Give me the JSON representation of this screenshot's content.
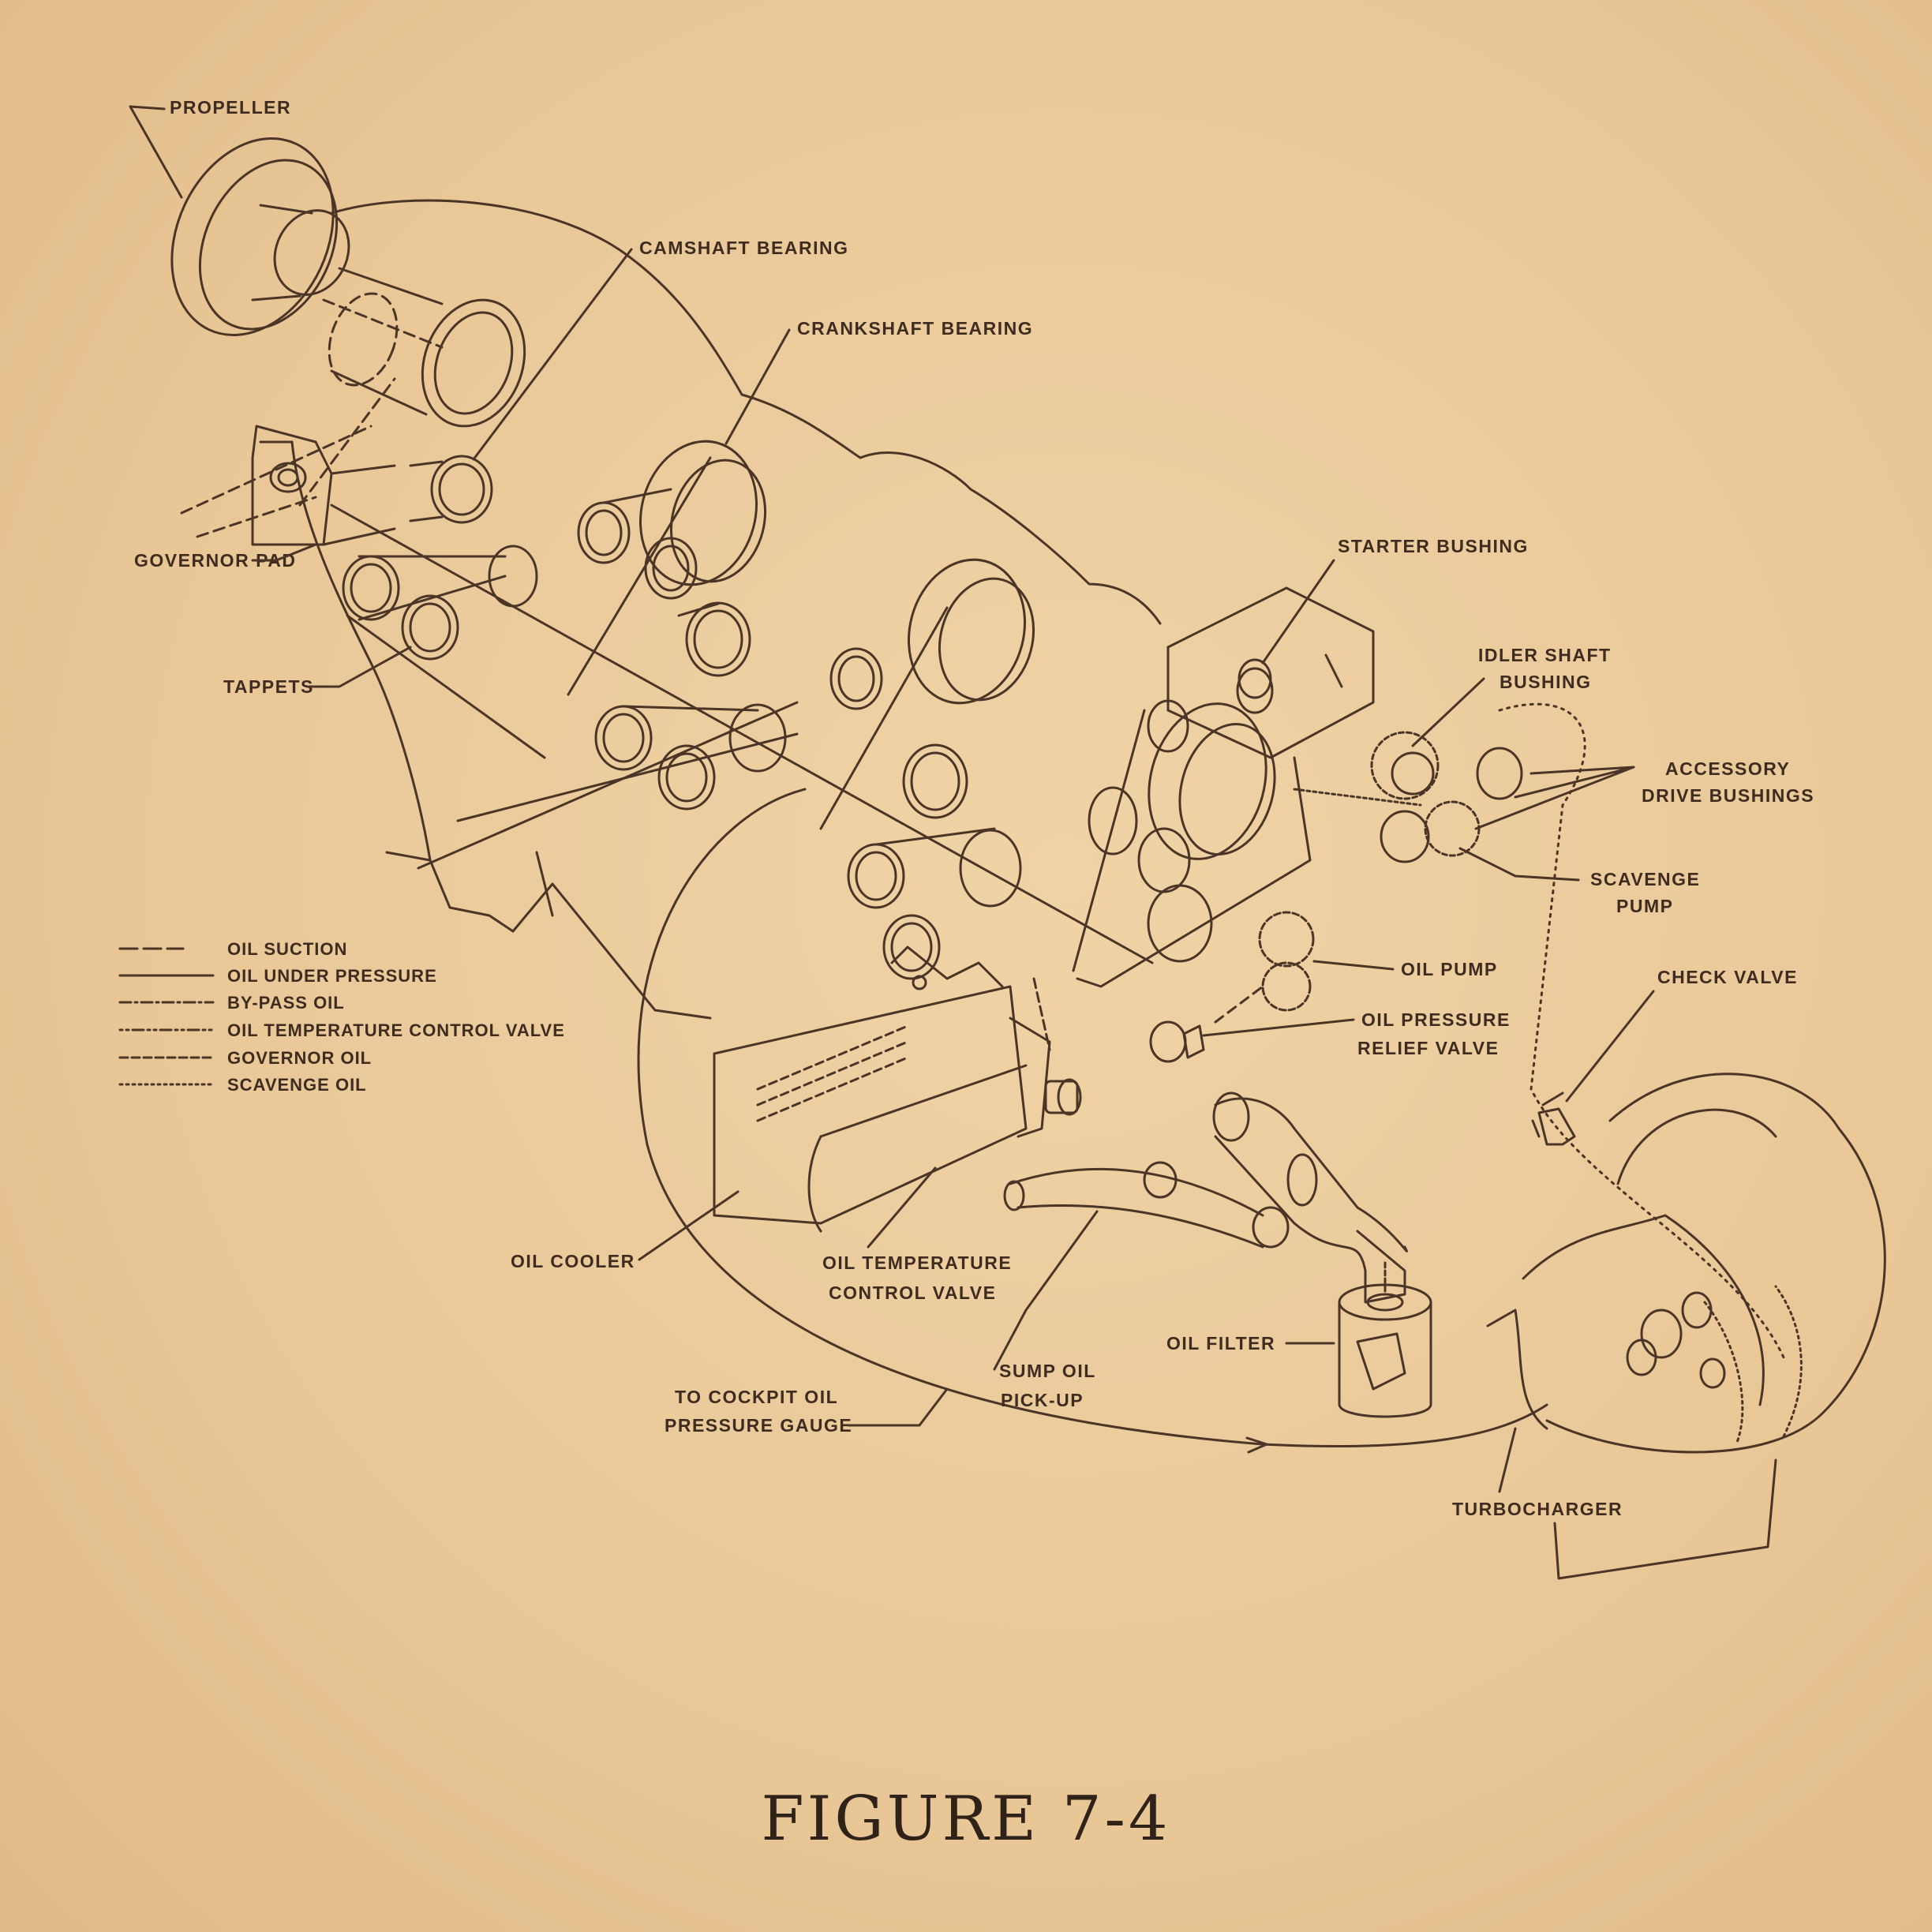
{
  "figure": {
    "caption": "FIGURE 7-4"
  },
  "labels": {
    "propeller": "PROPELLER",
    "camshaft_bearing": "CAMSHAFT BEARING",
    "crankshaft_bearing": "CRANKSHAFT BEARING",
    "governor_pad": "GOVERNOR PAD",
    "tappets": "TAPPETS",
    "starter_bushing": "STARTER BUSHING",
    "idler_shaft_bushing": [
      "IDLER SHAFT",
      "BUSHING"
    ],
    "accessory_drive_bushings": [
      "ACCESSORY",
      "DRIVE BUSHINGS"
    ],
    "scavenge_pump": [
      "SCAVENGE",
      "PUMP"
    ],
    "oil_pump": "OIL PUMP",
    "oil_pressure_relief_valve": [
      "OIL PRESSURE",
      "RELIEF VALVE"
    ],
    "check_valve": "CHECK VALVE",
    "oil_cooler": "OIL COOLER",
    "oil_temperature_control_valve": [
      "OIL TEMPERATURE",
      "CONTROL VALVE"
    ],
    "sump_oil_pickup": [
      "SUMP OIL",
      "PICK-UP"
    ],
    "oil_filter": "OIL FILTER",
    "cockpit_gauge": [
      "TO COCKPIT OIL",
      "PRESSURE GAUGE"
    ],
    "turbocharger": "TURBOCHARGER"
  },
  "legend": [
    {
      "label": "OIL SUCTION",
      "style": "long-dash"
    },
    {
      "label": "OIL UNDER PRESSURE",
      "style": "solid"
    },
    {
      "label": "BY-PASS OIL",
      "style": "dash-dot"
    },
    {
      "label": "OIL TEMPERATURE CONTROL VALVE",
      "style": "dot-dash-dot"
    },
    {
      "label": "GOVERNOR OIL",
      "style": "short-dash"
    },
    {
      "label": "SCAVENGE OIL",
      "style": "dotted"
    }
  ],
  "colors": {
    "paper": "#eccb9b",
    "ink": "#4a3526"
  }
}
